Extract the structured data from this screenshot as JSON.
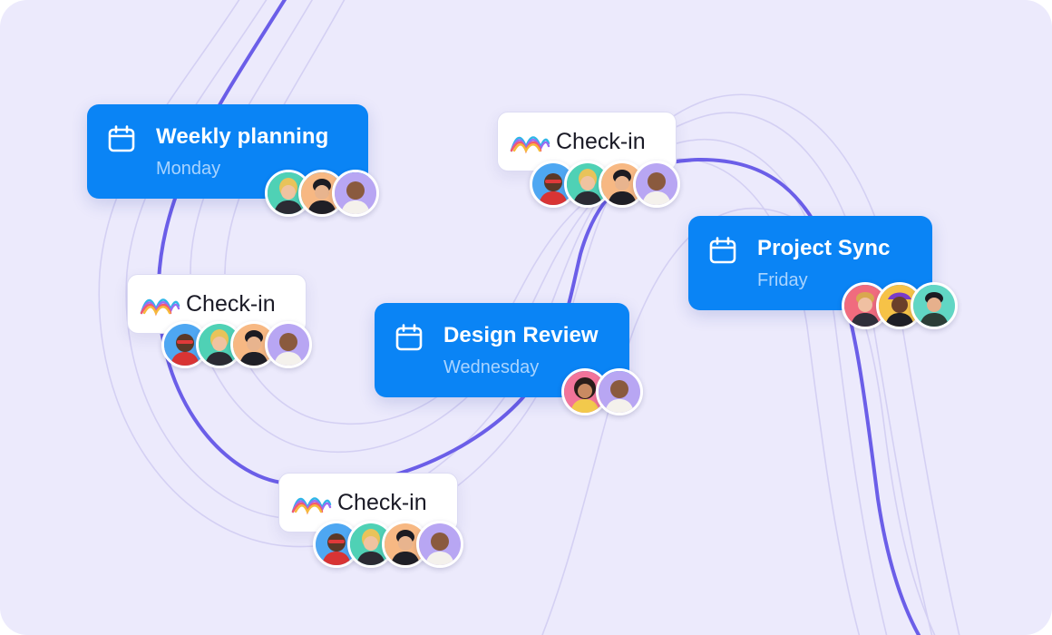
{
  "events": [
    {
      "title": "Weekly planning",
      "day": "Monday",
      "icon": "calendar-icon"
    },
    {
      "title": "Design Review",
      "day": "Wednesday",
      "icon": "calendar-icon"
    },
    {
      "title": "Project Sync",
      "day": "Friday",
      "icon": "calendar-icon"
    }
  ],
  "checkins": [
    {
      "label": "Check-in",
      "icon": "rainbow-logo-icon"
    },
    {
      "label": "Check-in",
      "icon": "rainbow-logo-icon"
    },
    {
      "label": "Check-in",
      "icon": "rainbow-logo-icon"
    }
  ],
  "colors": {
    "background": "#eceafc",
    "event_card": "#0a84f5",
    "event_subtitle": "#a9d4ff",
    "path_main": "#6b5ee8",
    "path_faint": "#d4d0f3"
  }
}
